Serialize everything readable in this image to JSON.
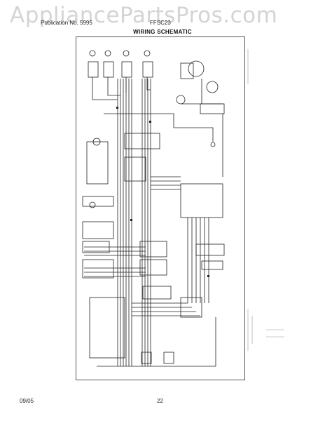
{
  "watermark": "AppliancePartsPros.com",
  "header": {
    "left": "Publication No. 5995",
    "right": "FFSC23"
  },
  "title": "WIRING SCHEMATIC",
  "footer": {
    "date": "09/05",
    "page_number": "22"
  }
}
